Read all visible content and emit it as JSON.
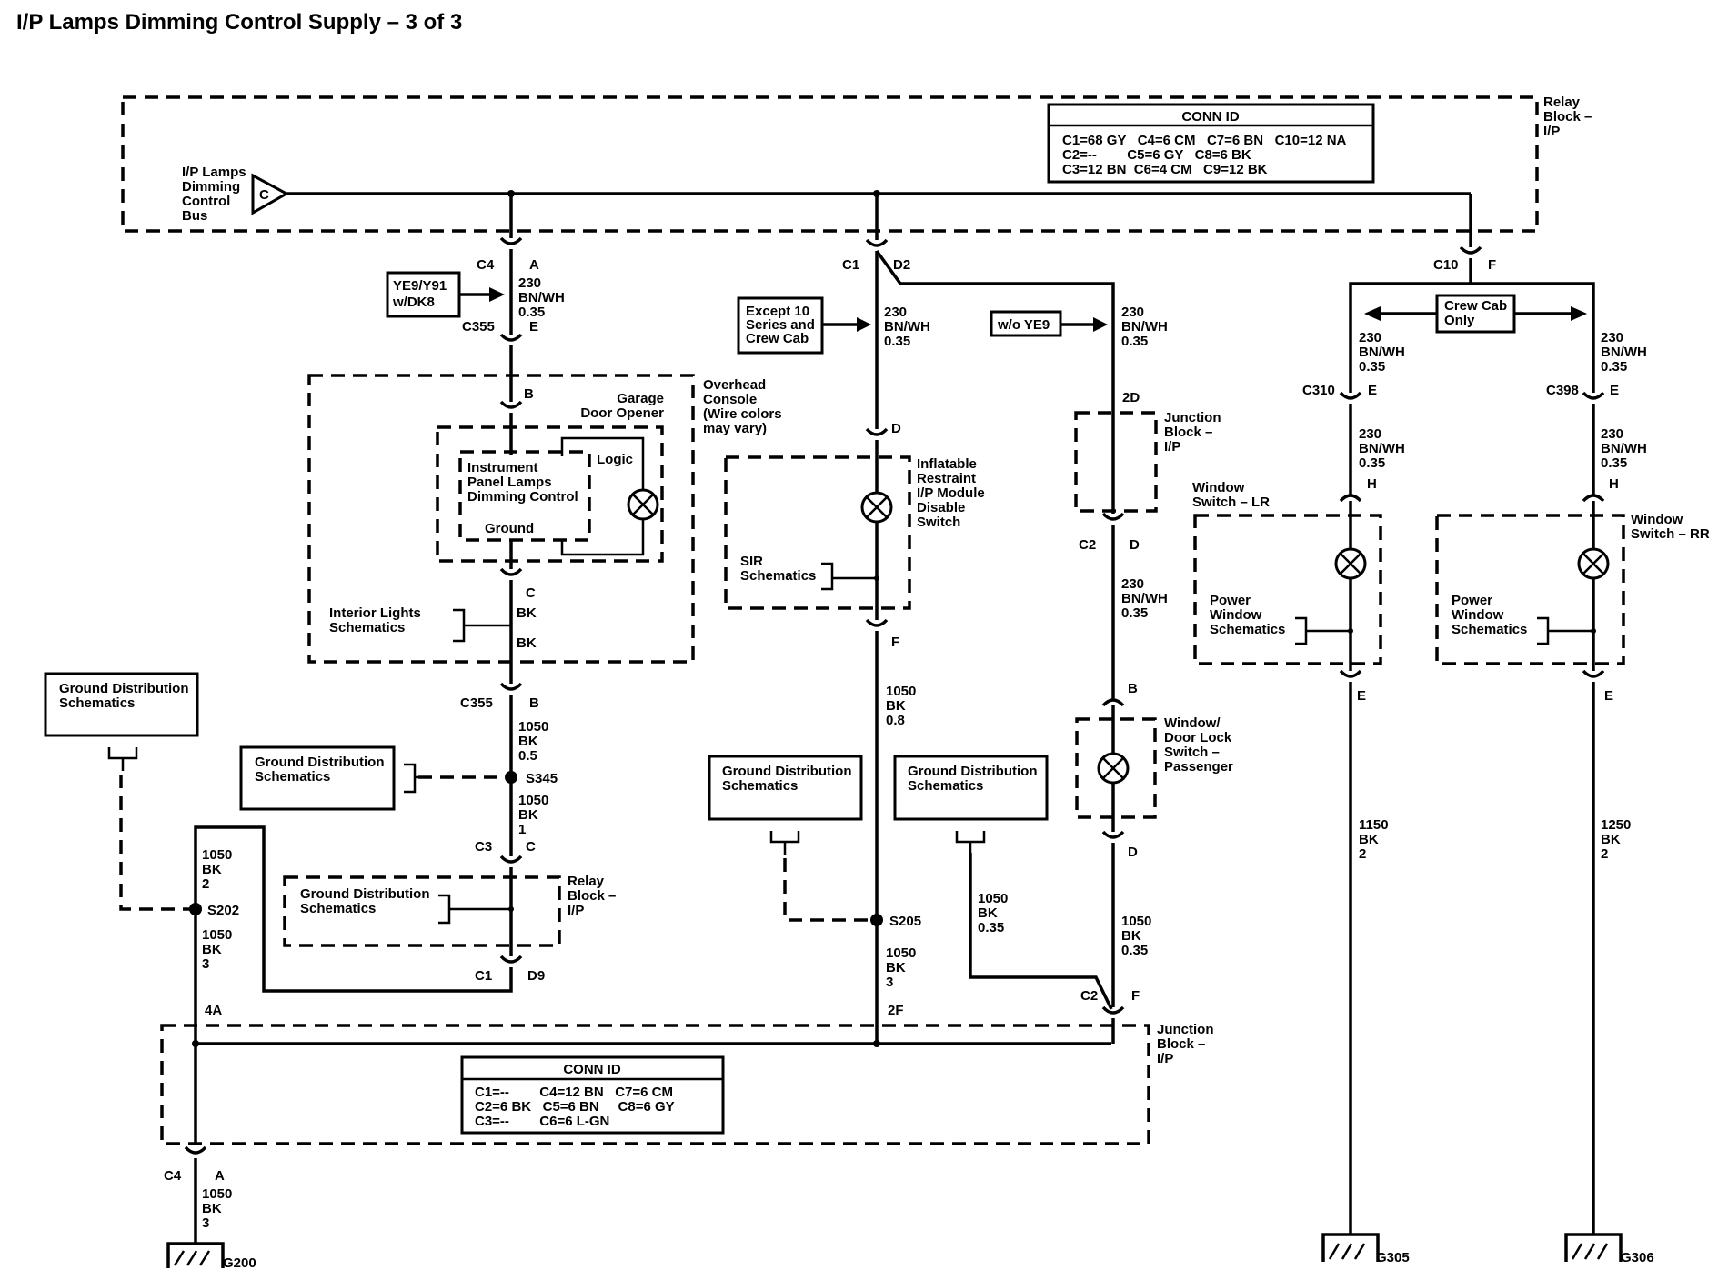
{
  "title": "I/P Lamps Dimming Control Supply – 3 of 3",
  "relay_block": {
    "label": [
      "Relay",
      "Block –",
      "I/P"
    ],
    "conn_id_title": "CONN ID",
    "conn_id_rows": [
      "C1=68 GY   C4=6 CM   C7=6 BN   C10=12 NA",
      "C2=--        C5=6 GY   C8=6 BK",
      "C3=12 BN  C6=4 CM   C9=12 BK"
    ],
    "bus_label": [
      "I/P Lamps",
      "Dimming",
      "Control",
      "Bus"
    ],
    "bus_terminal": "C"
  },
  "branch1": {
    "top_conn": "C4",
    "top_pin": "A",
    "wire1": [
      "230",
      "BN/WH",
      "0.35"
    ],
    "option": [
      "YE9/Y91",
      "w/DK8"
    ],
    "c355_top": "C355",
    "c355_top_pin": "E",
    "overhead_console": [
      "Overhead",
      "Console",
      "(Wire colors",
      "may vary)"
    ],
    "garage_door": [
      "Garage",
      "Door Opener"
    ],
    "pin_b": "B",
    "inner": [
      "Instrument",
      "Panel Lamps",
      "Dimming Control"
    ],
    "logic": "Logic",
    "ground": "Ground",
    "pin_c": "C",
    "interior_lights": [
      "Interior Lights",
      "Schematics"
    ],
    "bk1": "BK",
    "bk2": "BK",
    "c355_bottom": "C355",
    "c355_bottom_pin": "B",
    "wire2": [
      "1050",
      "BK",
      "0.5"
    ],
    "s345": "S345",
    "gd_s345": [
      "Ground Distribution",
      "Schematics"
    ],
    "wire3": [
      "1050",
      "BK",
      "1"
    ],
    "c3": "C3",
    "c3_pin": "C",
    "relay_block2": [
      "Relay",
      "Block –",
      "I/P"
    ],
    "gd_relay": [
      "Ground Distribution",
      "Schematics"
    ],
    "c1": "C1",
    "c1_pin": "D9"
  },
  "left_ground": {
    "gd_top": [
      "Ground Distribution",
      "Schematics"
    ],
    "wire_a": [
      "1050",
      "BK",
      "2"
    ],
    "s202": "S202",
    "wire_b": [
      "1050",
      "BK",
      "3"
    ],
    "pin_4a": "4A",
    "c4": "C4",
    "c4_pin": "A",
    "wire_c": [
      "1050",
      "BK",
      "3"
    ],
    "ground": "G200"
  },
  "branch2": {
    "top_conn": "C1",
    "top_pin": "D2",
    "option": [
      "Except 10",
      "Series and",
      "Crew Cab"
    ],
    "wire1": [
      "230",
      "BN/WH",
      "0.35"
    ],
    "pin_d": "D",
    "module": [
      "Inflatable",
      "Restraint",
      "I/P Module",
      "Disable",
      "Switch"
    ],
    "sir": [
      "SIR",
      "Schematics"
    ],
    "pin_f": "F",
    "wire2": [
      "1050",
      "BK",
      "0.8"
    ],
    "gd": [
      "Ground Distribution",
      "Schematics"
    ],
    "s205": "S205",
    "wire3": [
      "1050",
      "BK",
      "3"
    ],
    "pin_2f": "2F"
  },
  "branch3": {
    "option": "w/o YE9",
    "wire1": [
      "230",
      "BN/WH",
      "0.35"
    ],
    "pin_2d": "2D",
    "junction": [
      "Junction",
      "Block –",
      "I/P"
    ],
    "c2": "C2",
    "c2_pin": "D",
    "wire2": [
      "230",
      "BN/WH",
      "0.35"
    ],
    "pin_b": "B",
    "switch": [
      "Window/",
      "Door Lock",
      "Switch –",
      "Passenger"
    ],
    "pin_d": "D",
    "wire3": [
      "1050",
      "BK",
      "0.35"
    ],
    "gd": [
      "Ground Distribution",
      "Schematics"
    ],
    "gd_wire": [
      "1050",
      "BK",
      "0.35"
    ],
    "c2b": "C2",
    "c2b_pin": "F"
  },
  "branch4": {
    "top_conn": "C10",
    "top_pin": "F",
    "crew_cab": [
      "Crew Cab",
      "Only"
    ],
    "lr": {
      "wire1": [
        "230",
        "BN/WH",
        "0.35"
      ],
      "conn": "C310",
      "pin": "E",
      "wire2": [
        "230",
        "BN/WH",
        "0.35"
      ],
      "pin_h": "H",
      "switch": [
        "Window",
        "Switch – LR"
      ],
      "power": [
        "Power",
        "Window",
        "Schematics"
      ],
      "pin_e": "E",
      "wire3": [
        "1150",
        "BK",
        "2"
      ],
      "ground": "G305"
    },
    "rr": {
      "wire1": [
        "230",
        "BN/WH",
        "0.35"
      ],
      "conn": "C398",
      "pin": "E",
      "wire2": [
        "230",
        "BN/WH",
        "0.35"
      ],
      "pin_h": "H",
      "switch": [
        "Window",
        "Switch – RR"
      ],
      "power": [
        "Power",
        "Window",
        "Schematics"
      ],
      "pin_e": "E",
      "wire3": [
        "1250",
        "BK",
        "2"
      ],
      "ground": "G306"
    }
  },
  "junction_block": {
    "label": [
      "Junction",
      "Block –",
      "I/P"
    ],
    "conn_id_title": "CONN ID",
    "conn_id_rows": [
      "C1=--        C4=12 BN   C7=6 CM",
      "C2=6 BK   C5=6 BN     C8=6 GY",
      "C3=--        C6=6 L-GN"
    ]
  }
}
